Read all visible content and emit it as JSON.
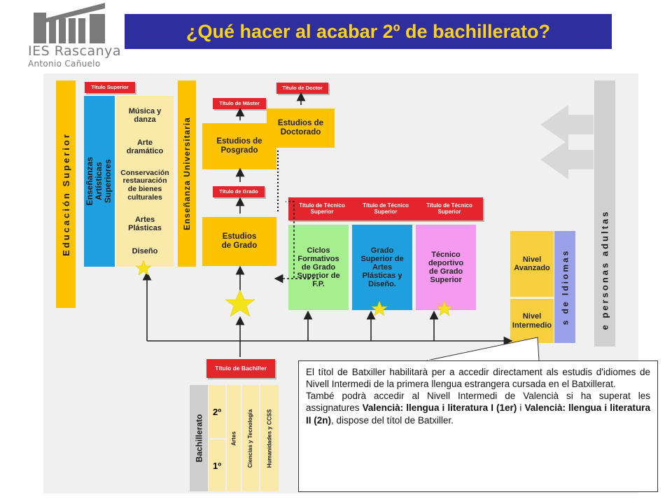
{
  "logo": {
    "title": "IES Rascanya",
    "subtitle": "Antonio Cañuelo"
  },
  "header": {
    "title": "¿Qué hacer al acabar 2º de bachillerato?"
  },
  "diagram": {
    "educacion_superior": "Educación Superior",
    "ensenanzas_artisticas": "Enseñanzas Artísticas Superiores",
    "titulo_superior": "Título Superior",
    "artistic_items": [
      "Música y danza",
      "Arte dramático",
      "Conservación restauración de bienes culturales",
      "Artes Plásticas",
      "Diseño"
    ],
    "ensenanza_universitaria": "Enseñanza Universitaria",
    "titulo_master": "Título de Máster",
    "posgrado": "Estudios de Posgrado",
    "titulo_doctor": "Título de Doctor",
    "doctorado": "Estudios de Doctorado",
    "titulo_grado": "Título de Grado",
    "grado": "Estudios de Grado",
    "titulo_tecnico_superior": "Título de Técnico Superior",
    "ciclos": "Ciclos Formativos de Grado Superior de F.P.",
    "artes_plasticas": "Grado Superior de Artes Plásticas y Diseño.",
    "deportivo": "Técnico deportivo de Grado Superior",
    "nivel_avanzado": "Nivel Avanzado",
    "nivel_intermedio": "Nivel Intermedio",
    "idiomas": "s de Idiomas",
    "adultas": "e personas adultas",
    "titulo_bachiller": "Título de Bachiller",
    "bachillerato": "Bachillerato",
    "curso_2": "2º",
    "curso_1": "1º",
    "modalidades": [
      "Artes",
      "Ciencias y Tecnología",
      "Humanidades y CCSS"
    ]
  },
  "tooltip": {
    "p1": "El títol de Batxiller habilitarà per a accedir directament als estudis d'idiomes de Nivell Intermedi de la primera llengua estrangera cursada en el Batxillerat.",
    "p2_a": "També podrà accedir al Nivell Intermedi de Valencià si ha superat les assignatures ",
    "p2_b": "Valencià: llengua i literatura I (1er)",
    "p2_c": " i ",
    "p2_d": "Valencià: llengua i literatura II (2n)",
    "p2_e": ", dispose del títol de Batxiller."
  },
  "colors": {
    "header_bg": "#2e2e9e",
    "header_text": "#ffd21f",
    "yellow": "#fdc300",
    "blue": "#1ea0e0",
    "red_tag": "#e3262b"
  }
}
